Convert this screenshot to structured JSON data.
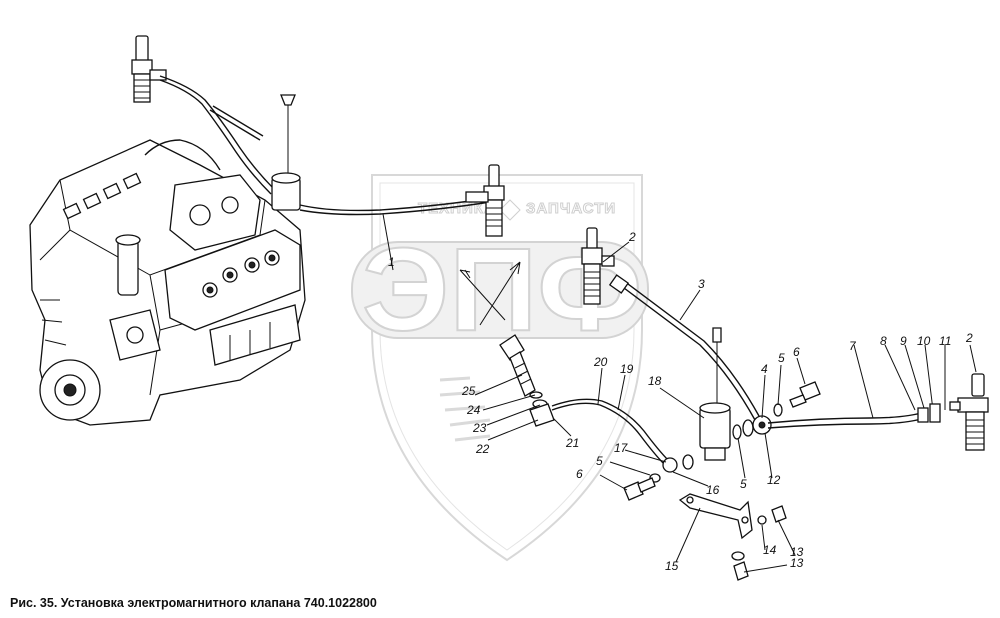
{
  "caption": "Рис. 35. Установка электромагнитного клапана 740.1022800",
  "watermark": {
    "top_line_left": "ТЕХНИКА",
    "top_line_right": "ЗАПЧАСТИ",
    "logo": "ЭПФ"
  },
  "callouts": [
    {
      "id": "1",
      "text": "1"
    },
    {
      "id": "2a",
      "text": "2"
    },
    {
      "id": "2b",
      "text": "2"
    },
    {
      "id": "3",
      "text": "3"
    },
    {
      "id": "4",
      "text": "4"
    },
    {
      "id": "5a",
      "text": "5"
    },
    {
      "id": "5b",
      "text": "5"
    },
    {
      "id": "5c",
      "text": "5"
    },
    {
      "id": "6a",
      "text": "6"
    },
    {
      "id": "6b",
      "text": "6"
    },
    {
      "id": "7",
      "text": "7"
    },
    {
      "id": "8",
      "text": "8"
    },
    {
      "id": "9",
      "text": "9"
    },
    {
      "id": "10",
      "text": "10"
    },
    {
      "id": "11",
      "text": "11"
    },
    {
      "id": "12",
      "text": "12"
    },
    {
      "id": "13a",
      "text": "13"
    },
    {
      "id": "13b",
      "text": "13"
    },
    {
      "id": "14",
      "text": "14"
    },
    {
      "id": "15",
      "text": "15"
    },
    {
      "id": "16",
      "text": "16"
    },
    {
      "id": "17",
      "text": "17"
    },
    {
      "id": "18",
      "text": "18"
    },
    {
      "id": "19",
      "text": "19"
    },
    {
      "id": "20",
      "text": "20"
    },
    {
      "id": "21",
      "text": "21"
    },
    {
      "id": "22",
      "text": "22"
    },
    {
      "id": "23",
      "text": "23"
    },
    {
      "id": "24",
      "text": "24"
    },
    {
      "id": "25",
      "text": "25"
    }
  ],
  "colors": {
    "ink": "#111111",
    "watermark": "#d0d0d0",
    "background": "#ffffff"
  }
}
